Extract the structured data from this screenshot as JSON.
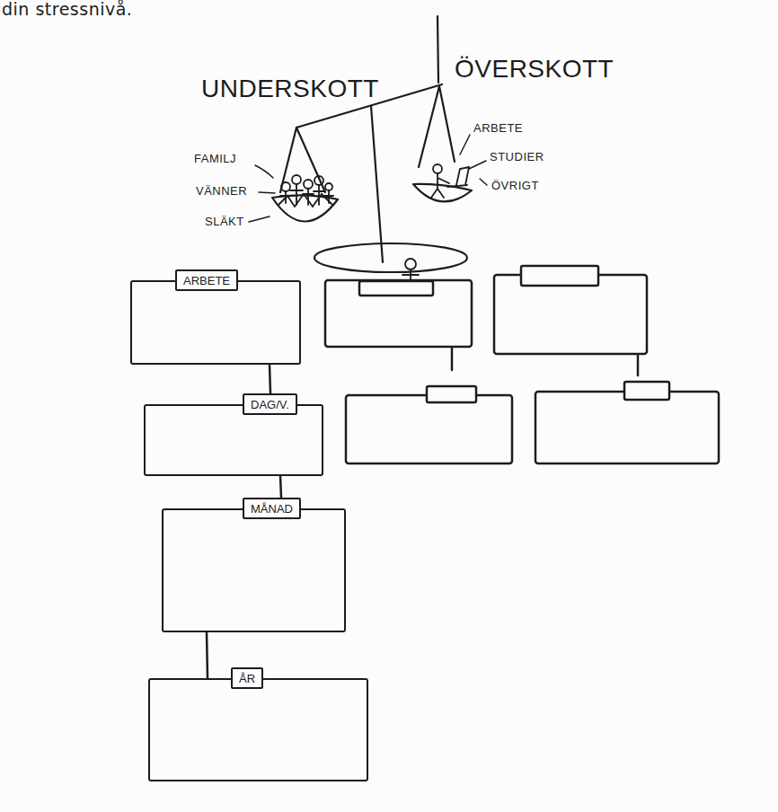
{
  "diagram": {
    "nodes": [
      {
        "text": [
          "ARBETE"
        ]
      },
      {
        "text": [
          "DAG/V."
        ]
      },
      {
        "text": [
          "MÅNAD"
        ]
      },
      {
        "text": [
          "ÅR"
        ]
      }
    ],
    "edges": [
      {
        "from": 0,
        "to": 1,
        "arrow": "none"
      },
      {
        "from": 1,
        "to": 2,
        "arrow": "none"
      },
      {
        "from": 2,
        "to": 3,
        "arrow": "none"
      }
    ],
    "labels": [
      "din stressnivå.",
      "UNDERSKOTT",
      "ÖVERSKOTT",
      "FAMILJ",
      "VÄNNER",
      "SLÄKT",
      "ARBETE",
      "STUDIER",
      "ÖVRIGT"
    ]
  }
}
